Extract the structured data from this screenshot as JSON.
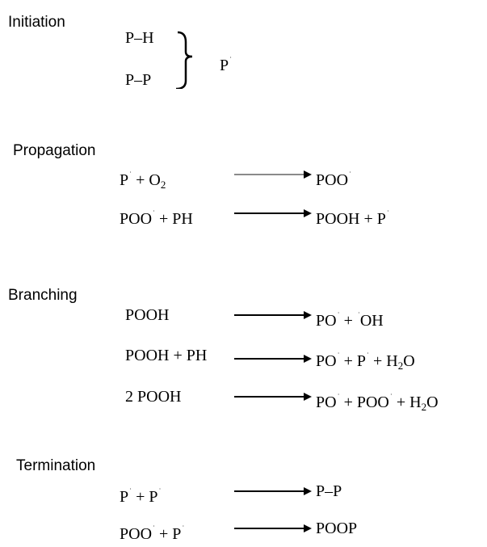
{
  "sections": {
    "initiation": {
      "title": "Initiation",
      "bonds": [
        "P–H",
        "P–P"
      ],
      "product": "P",
      "radical_mark": "˙"
    },
    "propagation": {
      "title": "Propagation",
      "r1": {
        "lhs_a": "P",
        "lhs_b": " + O",
        "lhs_sub": "2",
        "rhs": "POO"
      },
      "r2": {
        "lhs_a": "POO",
        "lhs_b": " + PH",
        "rhs_a": "POOH + P"
      }
    },
    "branching": {
      "title": "Branching",
      "r1": {
        "lhs": "POOH",
        "rhs_a": "PO",
        "rhs_b": " + ",
        "rhs_c": "OH"
      },
      "r2": {
        "lhs": "POOH + PH",
        "rhs_a": "PO",
        "rhs_b": " + P",
        "rhs_c": " + H",
        "rhs_sub": "2",
        "rhs_d": "O"
      },
      "r3": {
        "lhs": "2 POOH",
        "rhs_a": "PO",
        "rhs_b": " + POO",
        "rhs_c": " + H",
        "rhs_sub": "2",
        "rhs_d": "O"
      }
    },
    "termination": {
      "title": "Termination",
      "r1": {
        "lhs_a": "P",
        "lhs_b": " + P",
        "rhs": "P–P"
      },
      "r2": {
        "lhs_a": "POO",
        "lhs_b": " + P",
        "rhs": "POOP"
      }
    }
  },
  "colors": {
    "text": "#000000",
    "arrow_grey": "#8a8a8a"
  }
}
